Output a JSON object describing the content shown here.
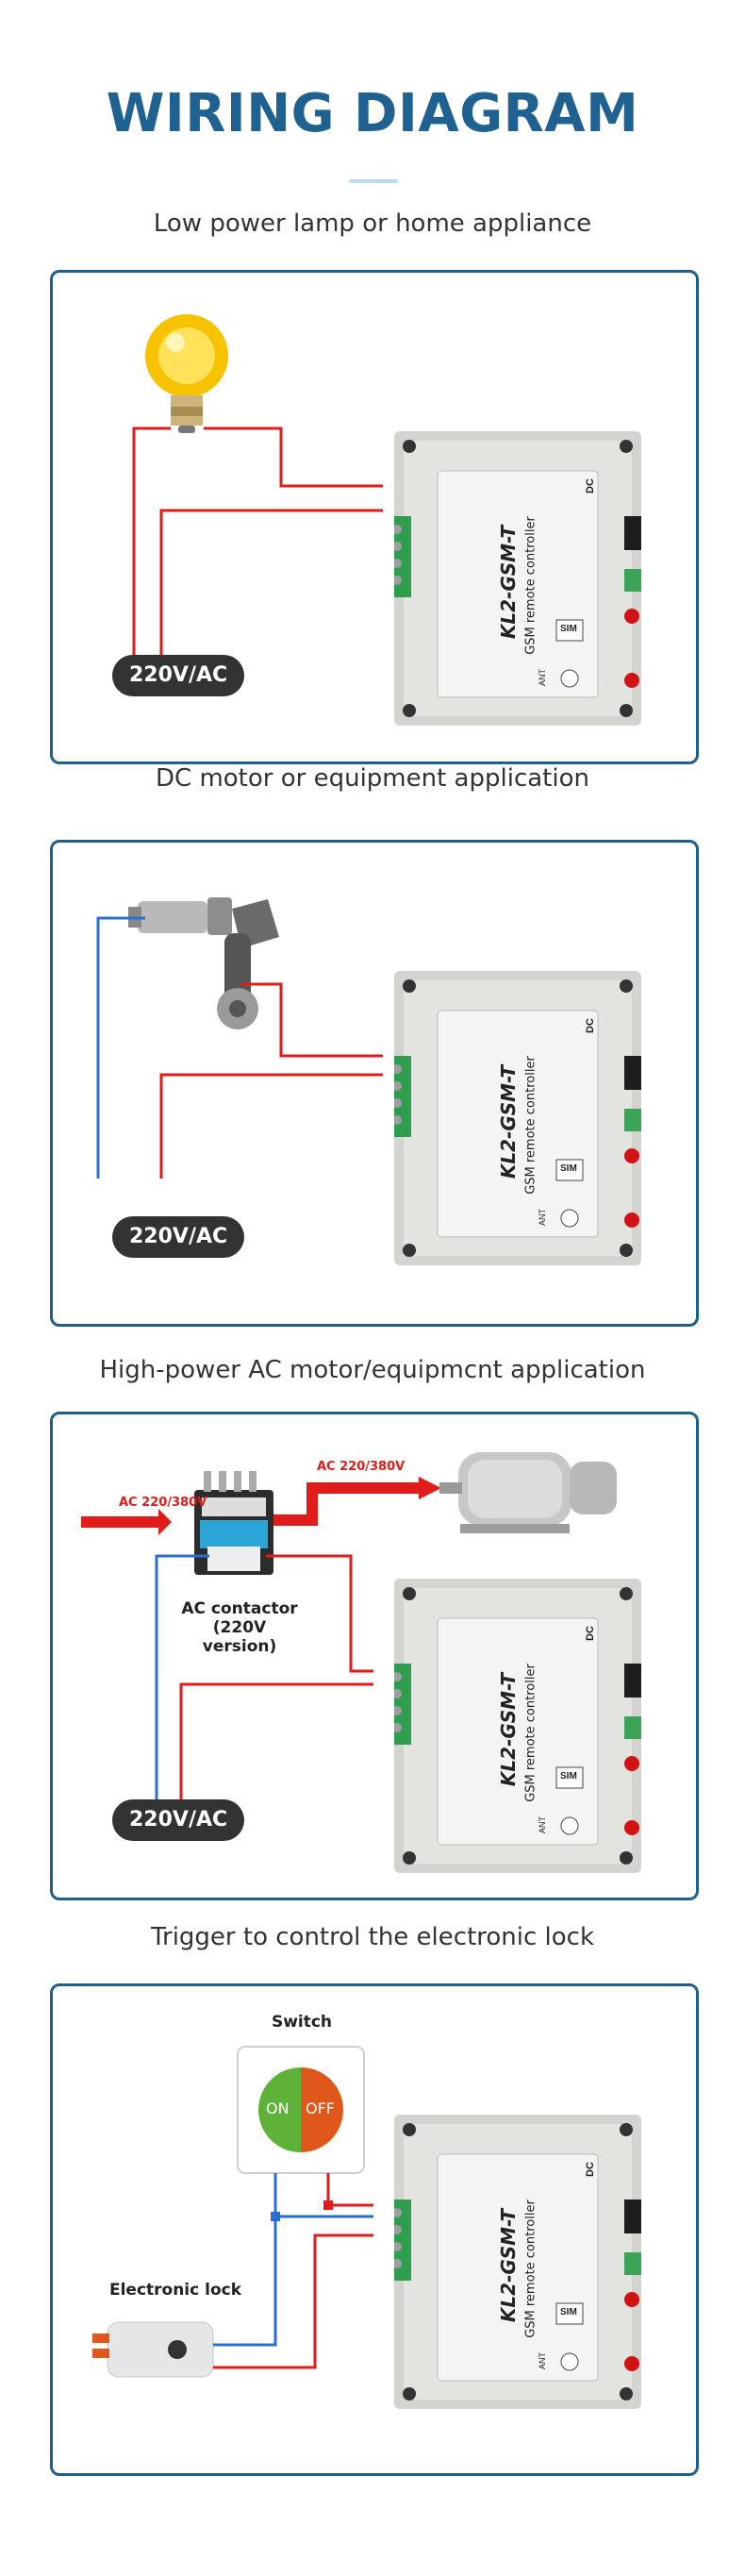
{
  "header": {
    "title": "WIRING DIAGRAM"
  },
  "sections": [
    {
      "subtitle": "Low power lamp or home appliance",
      "voltage": "220V/AC"
    },
    {
      "subtitle": "DC motor or equipment application",
      "voltage": "220V/AC"
    },
    {
      "subtitle": "High-power AC motor/equipmcnt application",
      "voltage": "220V/AC",
      "contactor_label_line1": "AC contactor",
      "contactor_label_line2": "(220V version)",
      "input_label": "AC 220/380V",
      "output_label": "AC 220/380V"
    },
    {
      "subtitle": "Trigger to control the electronic lock",
      "switch_label": "Switch",
      "switch_on": "ON",
      "switch_off": "OFF",
      "lock_label": "Electronic lock"
    }
  ],
  "device": {
    "model": "KL2-GSM-T",
    "subtitle": "GSM remote controller",
    "sim_label": "SIM",
    "dc_label": "DC",
    "ant_label": "ANT"
  },
  "colors": {
    "title": "#1f6190",
    "panel_border": "#1f5f8b",
    "wire_red": "#e21b1b",
    "wire_blue": "#2a6fd0",
    "terminal_green": "#2e9e4e",
    "switch_on": "#5fb238",
    "switch_off": "#e0571c"
  }
}
